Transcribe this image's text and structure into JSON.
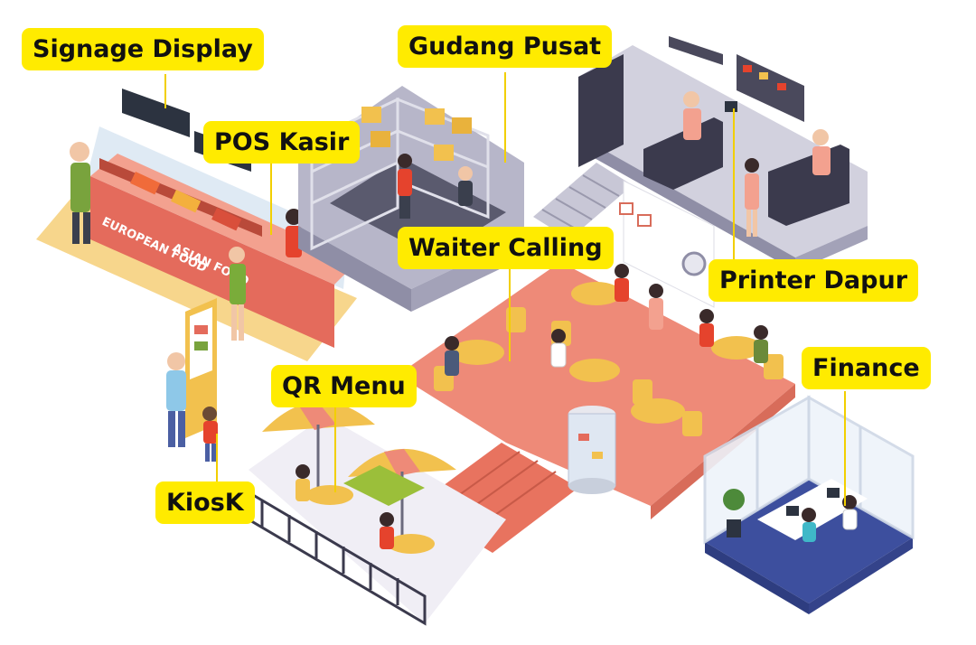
{
  "labels": {
    "signage_display": "Signage Display",
    "gudang_pusat": "Gudang Pusat",
    "pos_kasir": "POS Kasir",
    "waiter_calling": "Waiter Calling",
    "printer_dapur": "Printer Dapur",
    "finance": "Finance",
    "qr_menu": "QR Menu",
    "kiosk": "KiosK"
  },
  "illustration_text": {
    "counter_left": "EUROPEAN FOOD",
    "counter_right": "ASIAN FOOD"
  },
  "colors": {
    "label_bg": "#ffeb00",
    "floor_salmon": "#ee8a78",
    "wall_grey": "#8f8ea6",
    "wood_yellow": "#f2c14e",
    "office_floor": "#3d4f9e"
  }
}
